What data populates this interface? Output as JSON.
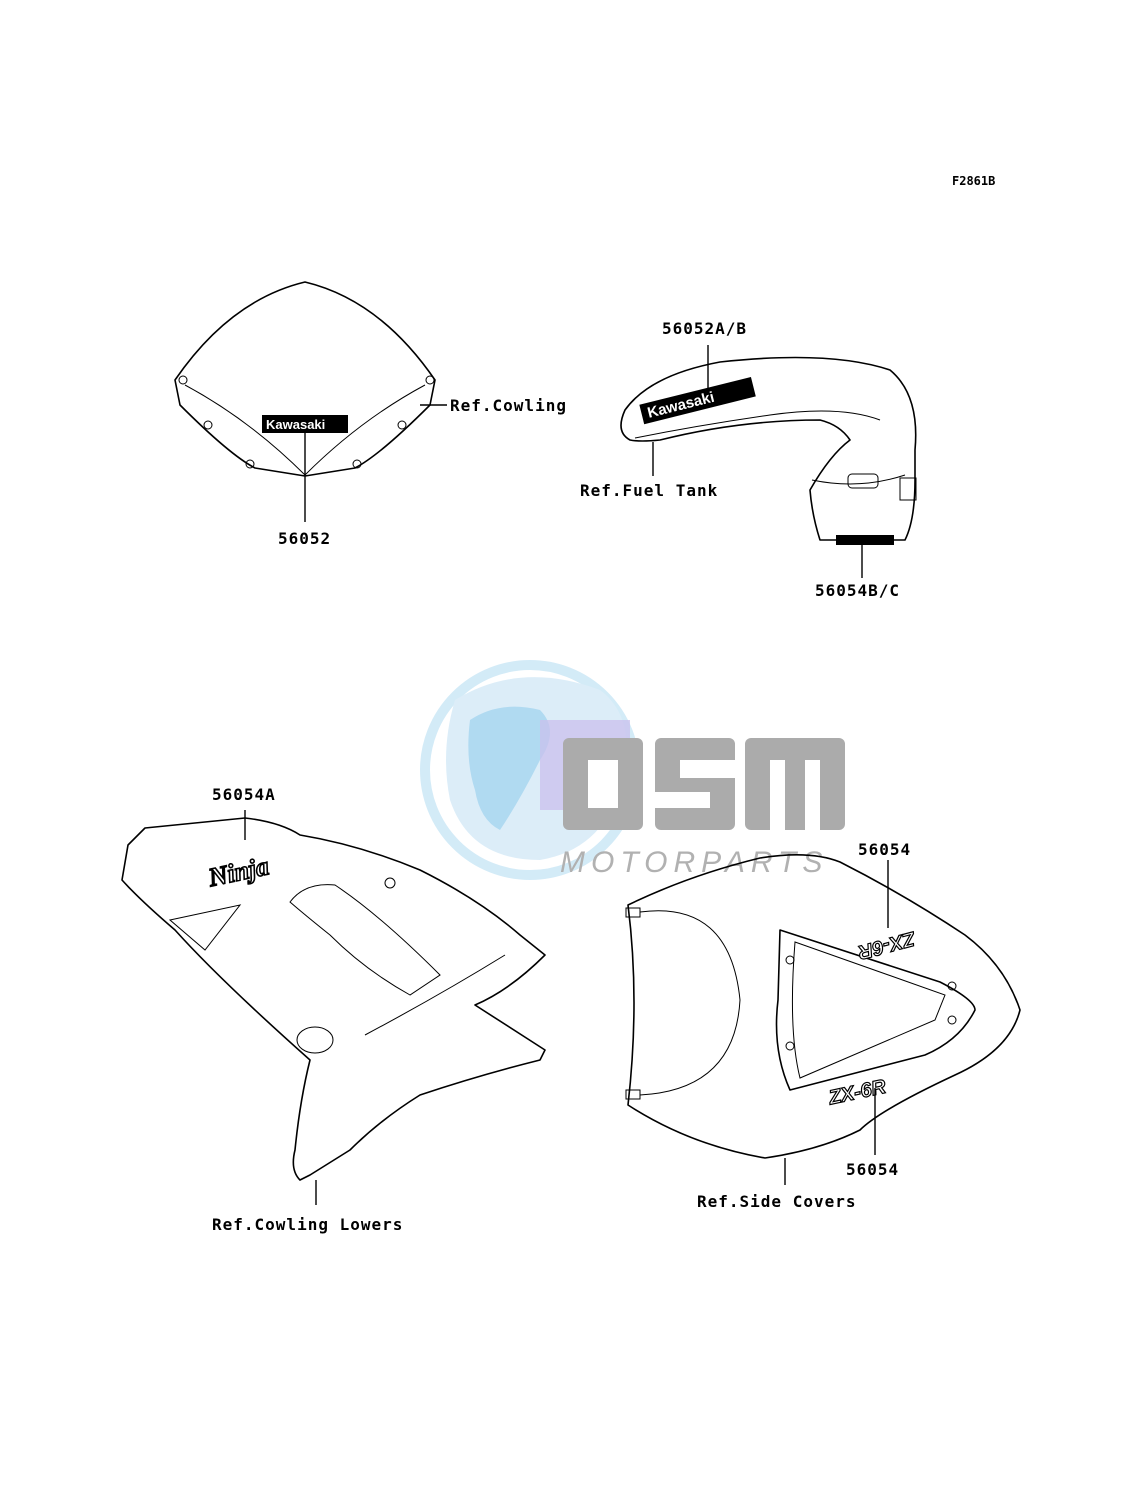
{
  "figure_code": "F2861B",
  "watermark": {
    "brand": "OSM",
    "subtitle": "MOTORPARTS",
    "color_blue": "#9fd3ef",
    "color_violet": "#b7a6e6",
    "color_grey": "#9a9a9a"
  },
  "labels": {
    "windshield_part": "56052",
    "windshield_ref": "Ref.Cowling",
    "tank_part": "56052A/B",
    "tank_ref": "Ref.Fuel Tank",
    "tank_lower_part": "56054B/C",
    "cowling_part": "56054A",
    "cowling_ref": "Ref.Cowling Lowers",
    "tail_part_top": "56054",
    "tail_part_bottom": "56054",
    "tail_ref": "Ref.Side Covers"
  },
  "decals": {
    "windshield": "Kawasaki",
    "tank": "Kawasaki",
    "cowling": "Ninja",
    "tail_top": "ZX-6R",
    "tail_bottom": "ZX-6R"
  }
}
